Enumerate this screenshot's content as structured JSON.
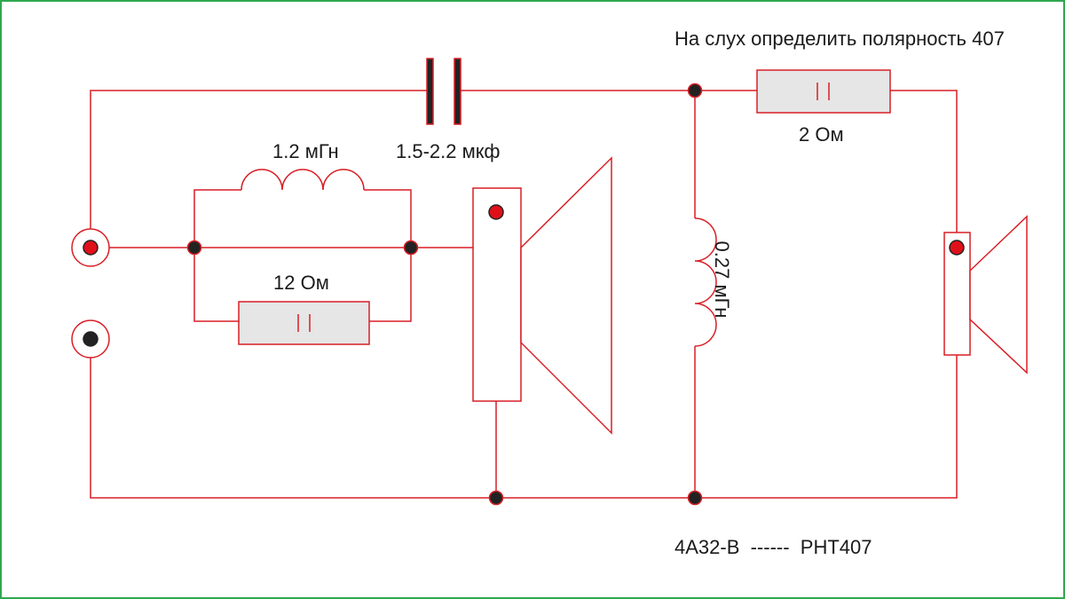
{
  "annotation": "На слух определить полярность 407",
  "components": {
    "inductor_1": "1.2 мГн",
    "capacitor": "1.5-2.2 мкф",
    "resistor_1": "12 Ом",
    "resistor_2": "2 Ом",
    "inductor_2": "0.27 мГн"
  },
  "caption": "4A32-B  ------  PHT407",
  "colors": {
    "wire": "#d81f26",
    "border": "#2fa84f",
    "node": "#222222",
    "terminal_dot": "#e0101a",
    "resistor_fill": "#e6e6e6"
  }
}
